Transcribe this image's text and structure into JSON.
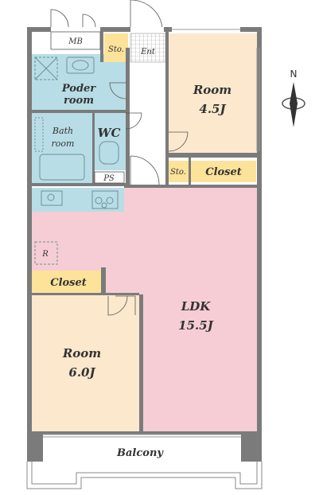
{
  "rooms": {
    "mb": "MB",
    "storage_top": "Sto.",
    "entrance": "Ent",
    "powder_line1": "Poder",
    "powder_line2": "room",
    "bath_line1": "Bath",
    "bath_line2": "room",
    "wc": "WC",
    "ps": "PS",
    "room_north_label": "Room",
    "room_north_size": "4.5J",
    "storage_mid": "Sto.",
    "closet_north": "Closet",
    "refrigerator": "R",
    "closet_west": "Closet",
    "ldk_label": "LDK",
    "ldk_size": "15.5J",
    "room_south_label": "Room",
    "room_south_size": "6.0J",
    "balcony": "Balcony"
  },
  "compass": {
    "label": "N"
  },
  "colors": {
    "wall": "#7b7b7b",
    "ldk": "#f6cdd5",
    "room": "#fbe8cd",
    "wet": "#b9dde6",
    "closet": "#fde29a"
  }
}
